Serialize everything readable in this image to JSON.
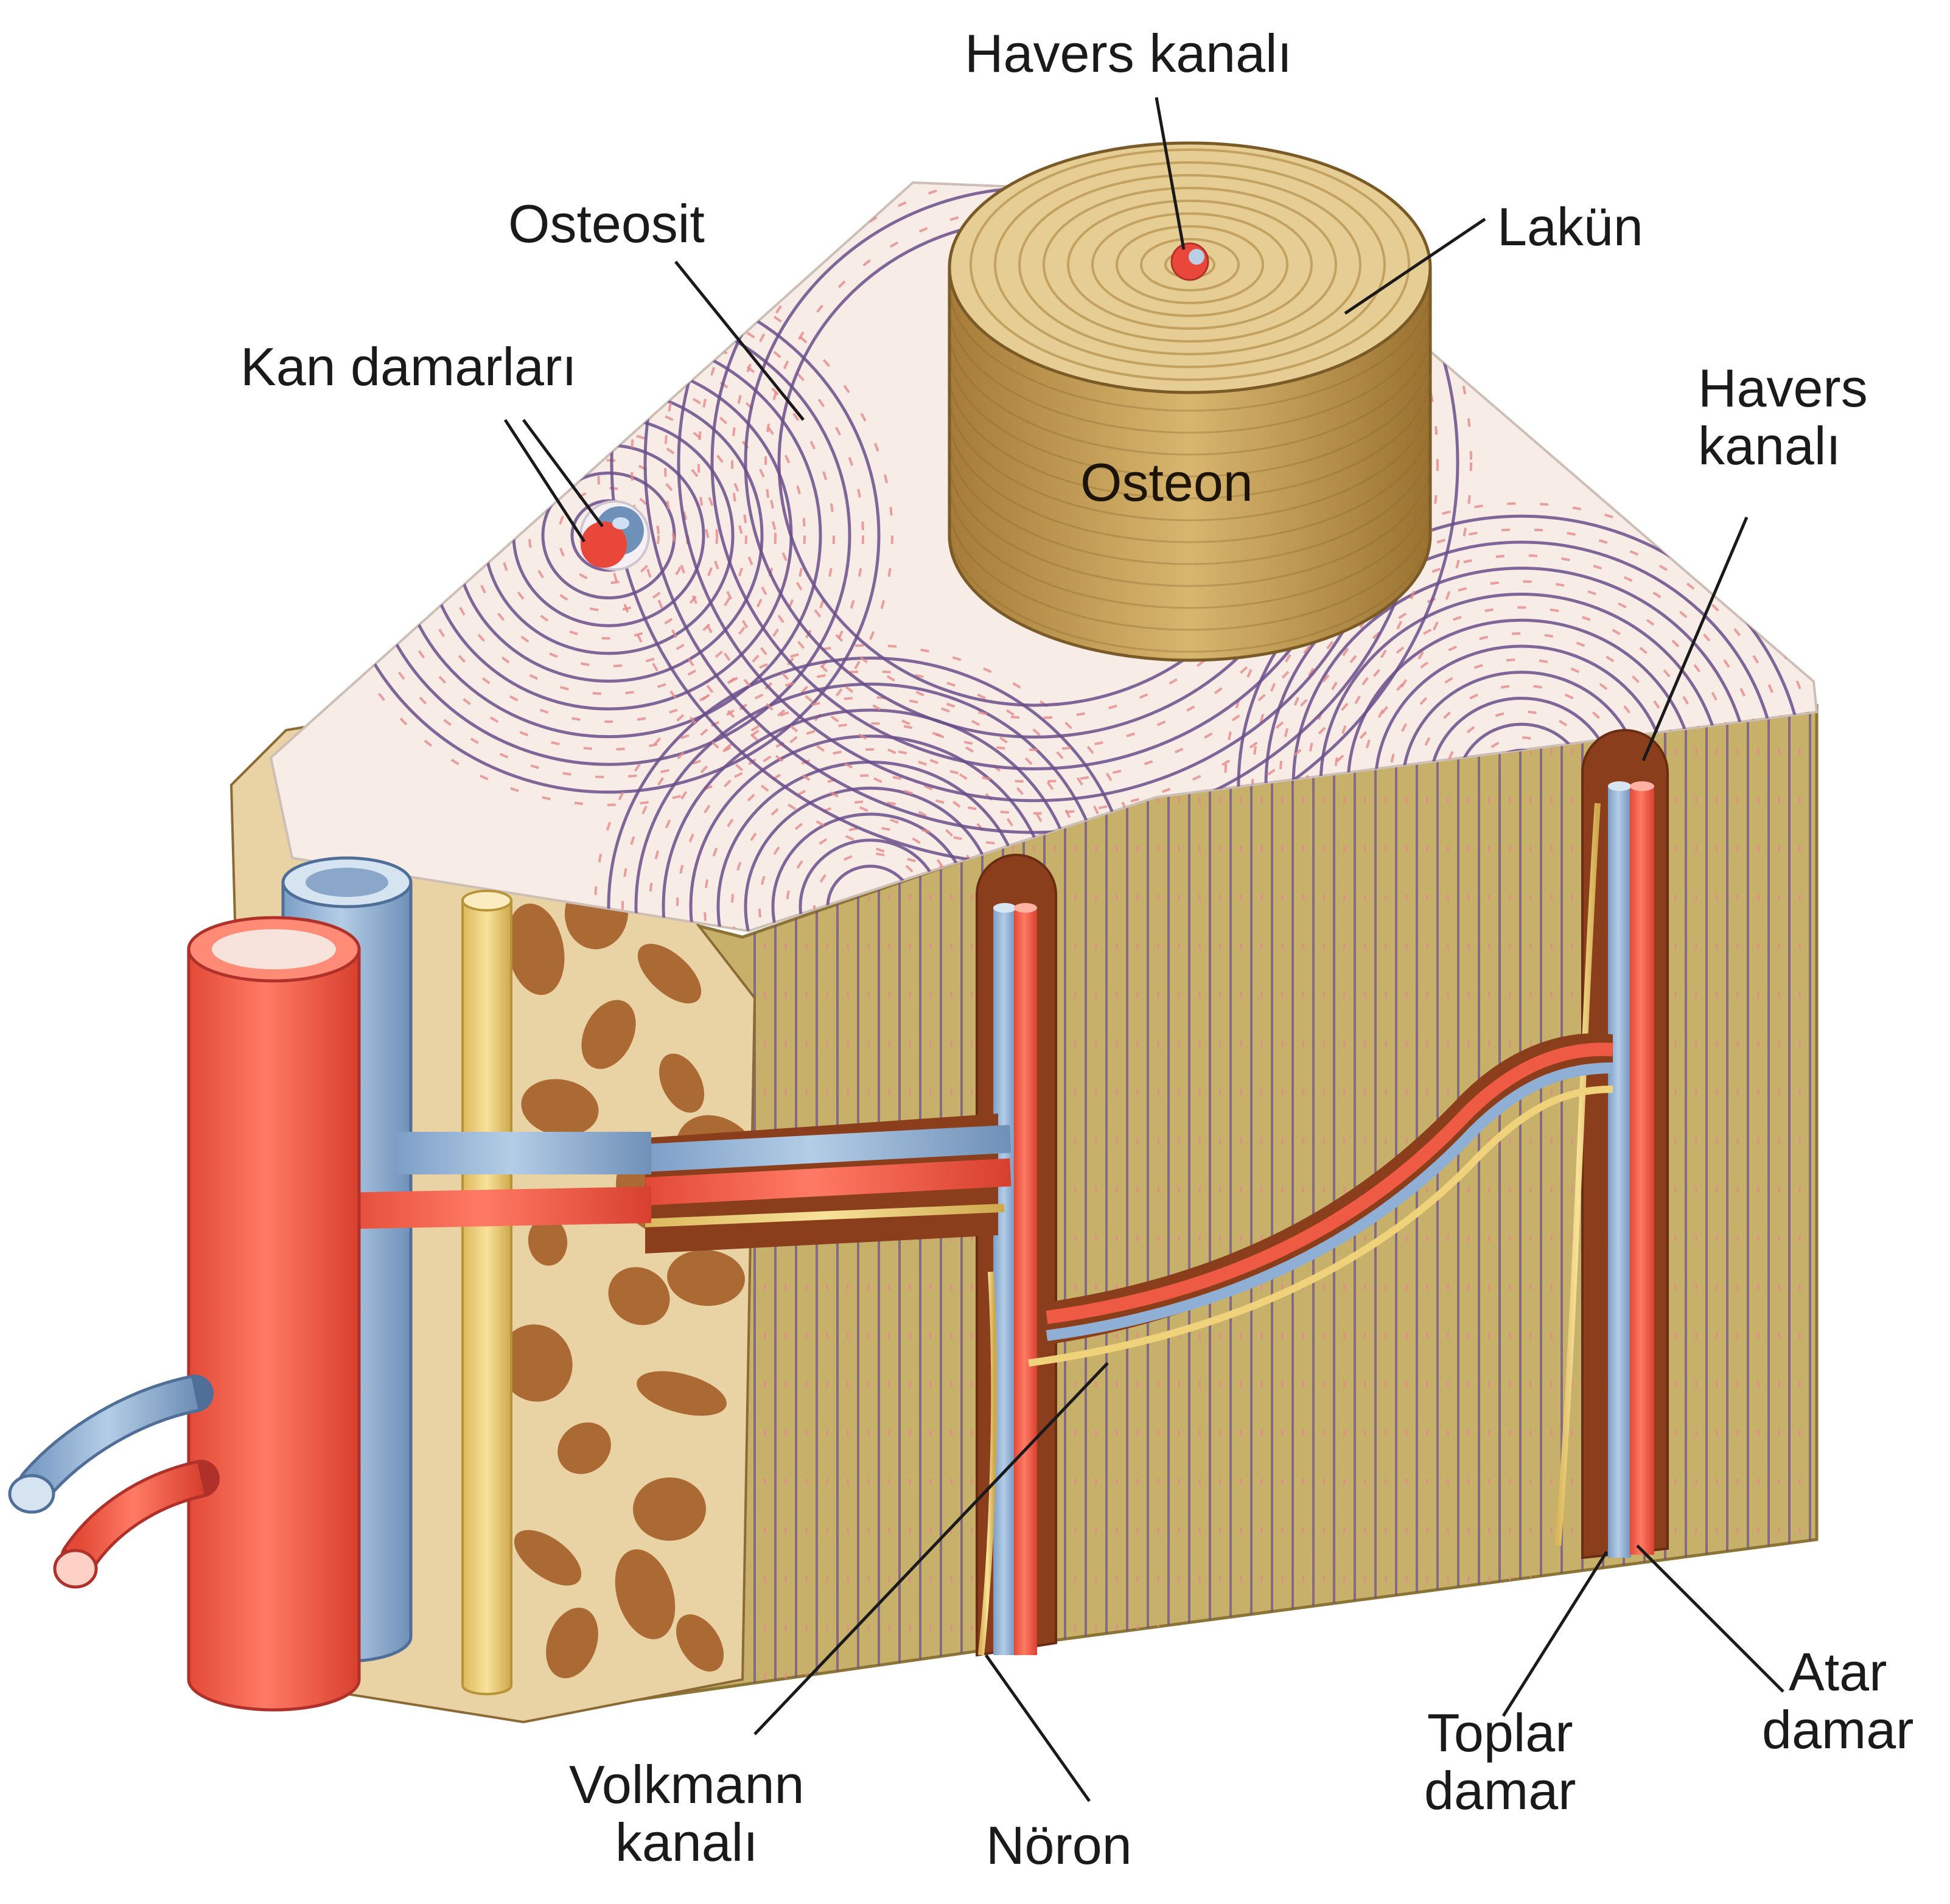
{
  "labels": {
    "havers_top": "Havers kanalı",
    "osteosit": "Osteosit",
    "lakun": "Lakün",
    "kan_damarlari": "Kan damarları",
    "osteon": "Osteon",
    "havers_right_1": "Havers",
    "havers_right_2": "kanalı",
    "volkmann_1": "Volkmann",
    "volkmann_2": "kanalı",
    "noron": "Nöron",
    "toplar_1": "Toplar",
    "toplar_2": "damar",
    "atar_1": "Atar",
    "atar_2": "damar"
  },
  "colors": {
    "bone_face": "#c7b06a",
    "bone_top": "#f7ece6",
    "osteon_side": "#c9a55a",
    "spongy": "#a8632e",
    "artery": "#ef5a45",
    "vein": "#8fb0d4",
    "nerve": "#f0d27a",
    "lamella": "#6a4e8a",
    "lacuna": "#e58a8a"
  }
}
